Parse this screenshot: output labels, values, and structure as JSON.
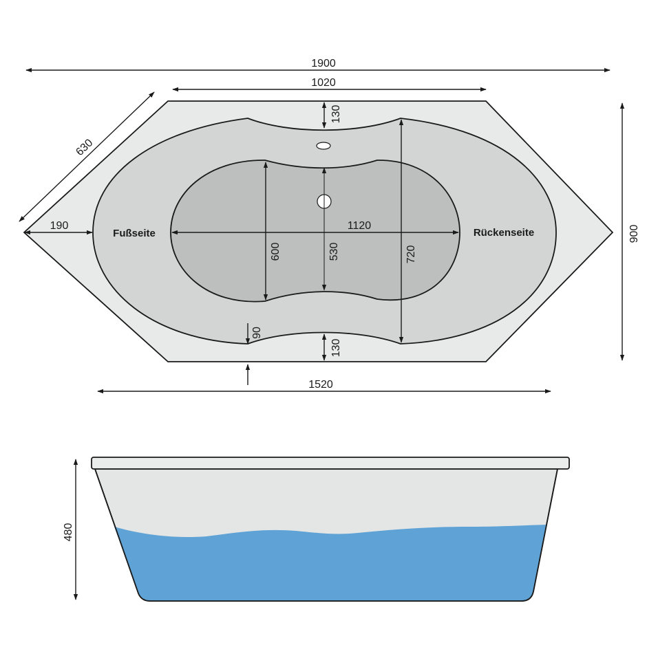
{
  "dimensions": {
    "overall_length": "1900",
    "straight_top_edge": "1020",
    "diagonal_edge": "630",
    "tip_to_basin": "190",
    "rim_top_basin": "130",
    "rim_bottom_basin": "130",
    "inner_length": "1120",
    "inner_width_left": "600",
    "inner_width_center": "530",
    "outer_basin_width": "720",
    "overall_width": "900",
    "waist_depth": "90",
    "basin_length": "1520",
    "side_height": "480"
  },
  "labels": {
    "foot_side": "Fußseite",
    "back_side": "Rückenseite"
  },
  "colors": {
    "rim": "#e8e9e9",
    "outer_basin": "#d3d4d4",
    "inner_basin": "#bdbebe",
    "side_panel": "#e4e5e5",
    "water": "#5fa3d6",
    "line": "#1a1a1a"
  },
  "icons": {
    "overflow": "overflow-drain-icon",
    "drain": "drain-hole-icon"
  }
}
